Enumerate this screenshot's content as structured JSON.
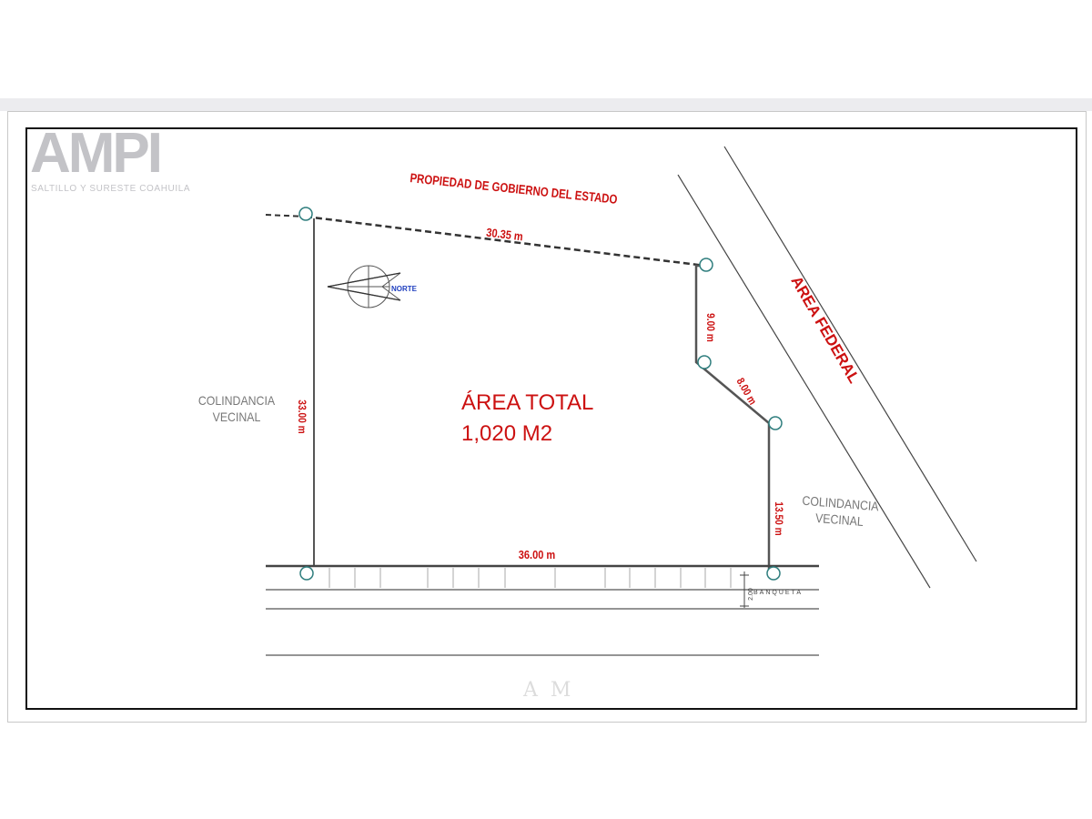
{
  "brand": {
    "name": "AMPI",
    "tagline": "SALTILLO Y SURESTE COAHUILA"
  },
  "plan": {
    "north_boundary_label": "PROPIEDAD DE GOBIERNO DEL ESTADO",
    "federal_zone_label": "AREA FEDERAL",
    "neighbor_left": [
      "COLINDANCIA",
      "VECINAL"
    ],
    "neighbor_right": [
      "COLINDANCIA",
      "VECINAL"
    ],
    "north_arrow_label": "NORTE",
    "sidewalk_label": "BANQUETA",
    "sidewalk_dimension": "2.00",
    "total_area_label": "ÁREA TOTAL",
    "total_area_value": "1,020 M2",
    "watermark": "AM"
  },
  "dimensions": {
    "north": "30.35 m",
    "east_upper": "9.00 m",
    "east_diagonal": "8.00 m",
    "east_lower": "13.50 m",
    "west": "33.00 m",
    "south": "36.00 m"
  },
  "colors": {
    "boundary": "#4a4a4a",
    "dimension_text": "#cc1111",
    "marker": "#2e7d7d",
    "north_arrow_text": "#1f3fbf"
  }
}
